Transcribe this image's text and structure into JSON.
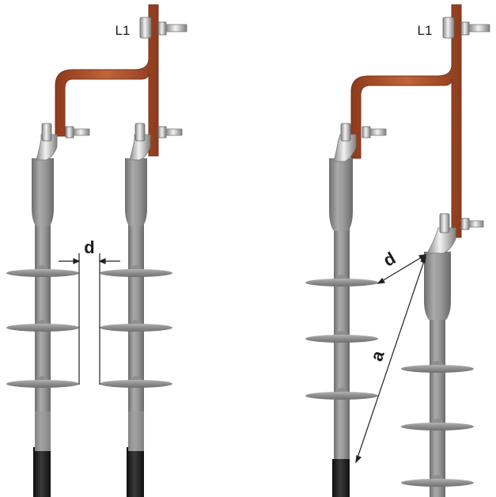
{
  "diagram": {
    "left_figure": {
      "phase_label": "L1",
      "distance_label": "d"
    },
    "right_figure": {
      "phase_label": "L1",
      "distance_label": "d",
      "creepage_label": "a"
    }
  },
  "colors": {
    "copper": "#b4552e",
    "copper_edge": "#7a3218",
    "insulator": "#8f8f8f",
    "insulator_dark": "#6c6c6c",
    "insulator_light": "#b9b9b9",
    "cable": "#1c1c1c",
    "metal": "#d7d7d7",
    "metal_dark": "#8a8a8a"
  }
}
